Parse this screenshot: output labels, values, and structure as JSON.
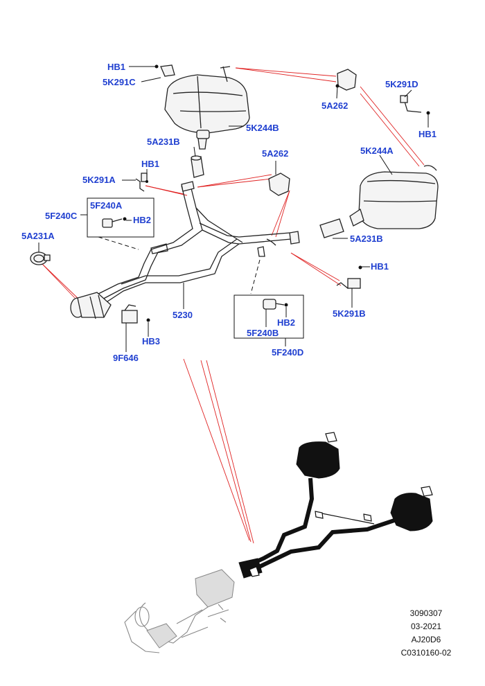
{
  "callouts": {
    "hb1_top": "HB1",
    "k291c": "5K291C",
    "a262_top": "5A262",
    "k291d": "5K291D",
    "hb1_right": "HB1",
    "k244b": "5K244B",
    "a231b_top": "5A231B",
    "a262_mid": "5A262",
    "k244a": "5K244A",
    "hb1_mid": "HB1",
    "k291a": "5K291A",
    "f240a": "5F240A",
    "f240c": "5F240C",
    "hb2_left": "HB2",
    "a231a": "5A231A",
    "a231b_right": "5A231B",
    "hb1_lower": "HB1",
    "k291b": "5K291B",
    "p5230": "5230",
    "hb2_right": "HB2",
    "f240b": "5F240B",
    "f240d": "5F240D",
    "hb3": "HB3",
    "f646": "9F646"
  },
  "footer": {
    "ref_number": "3090307",
    "date": "03-2021",
    "engine": "AJ20D6",
    "catalog_code": "C0310160-02"
  },
  "colors": {
    "callout_text": "#1f3fd0",
    "reference_lines": "#e02020",
    "drawing": "#222222"
  }
}
